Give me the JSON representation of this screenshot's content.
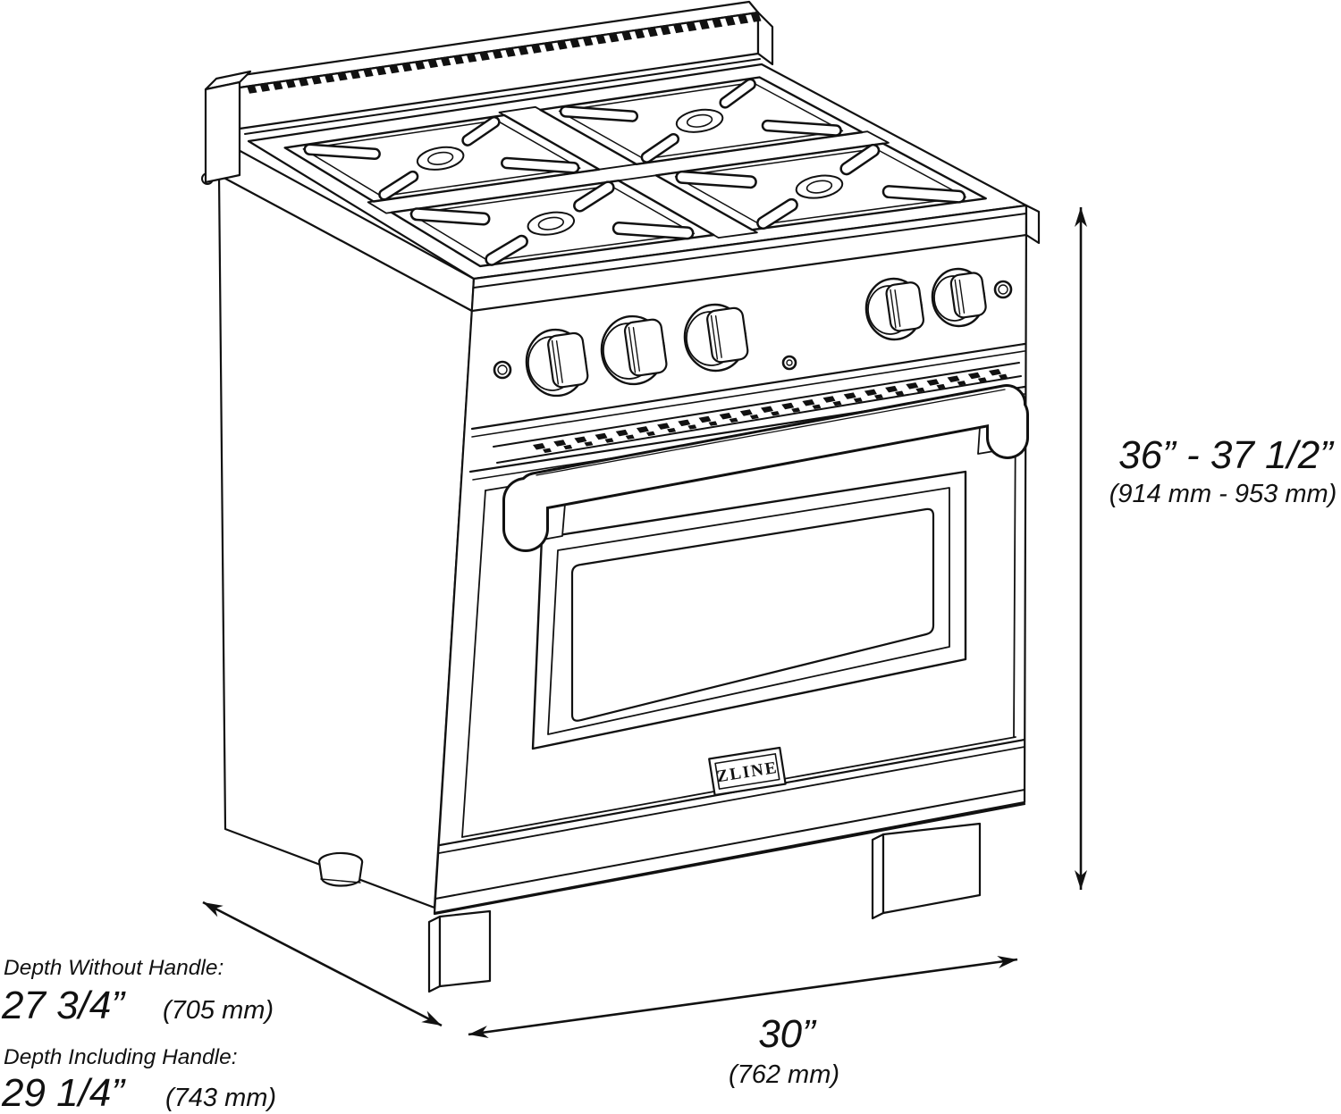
{
  "diagram": {
    "type": "product-dimension-line-drawing",
    "subject": "30-inch 4-burner gas range with oven, three-quarter perspective view",
    "colors": {
      "line": "#111111",
      "background": "#ffffff"
    }
  },
  "badge": {
    "text": "ZLINE"
  },
  "dimensions": {
    "height": {
      "inches": "36” - 37 1/2”",
      "metric": "(914 mm - 953 mm)"
    },
    "width": {
      "inches": "30”",
      "metric": "(762 mm)"
    },
    "depth_without_handle": {
      "label": "Depth Without Handle:",
      "inches": "27 3/4”",
      "metric": "(705 mm)"
    },
    "depth_including_handle": {
      "label": "Depth Including Handle:",
      "inches": "29 1/4”",
      "metric": "(743 mm)"
    }
  }
}
